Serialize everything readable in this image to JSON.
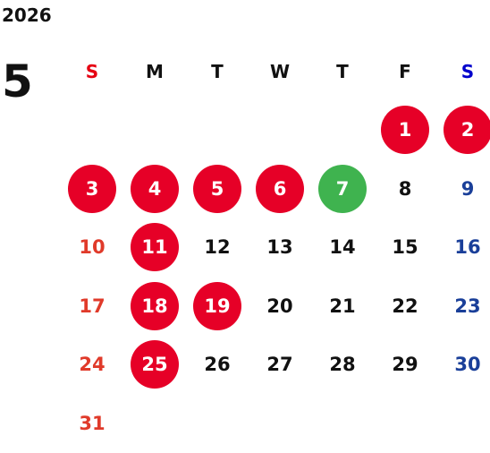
{
  "year": "2026",
  "month": "5",
  "weekdays": [
    "S",
    "M",
    "T",
    "W",
    "T",
    "F",
    "S"
  ],
  "leading_blanks": 5,
  "days": [
    {
      "label": "1",
      "kind": "hol"
    },
    {
      "label": "2",
      "kind": "hol"
    },
    {
      "label": "3",
      "kind": "hol"
    },
    {
      "label": "4",
      "kind": "hol"
    },
    {
      "label": "5",
      "kind": "hol"
    },
    {
      "label": "6",
      "kind": "hol"
    },
    {
      "label": "7",
      "kind": "today"
    },
    {
      "label": "8",
      "kind": "normal"
    },
    {
      "label": "9",
      "kind": "sat"
    },
    {
      "label": "10",
      "kind": "sun"
    },
    {
      "label": "11",
      "kind": "hol"
    },
    {
      "label": "12",
      "kind": "normal"
    },
    {
      "label": "13",
      "kind": "normal"
    },
    {
      "label": "14",
      "kind": "normal"
    },
    {
      "label": "15",
      "kind": "normal"
    },
    {
      "label": "16",
      "kind": "sat"
    },
    {
      "label": "17",
      "kind": "sun"
    },
    {
      "label": "18",
      "kind": "hol"
    },
    {
      "label": "19",
      "kind": "hol"
    },
    {
      "label": "20",
      "kind": "normal"
    },
    {
      "label": "21",
      "kind": "normal"
    },
    {
      "label": "22",
      "kind": "normal"
    },
    {
      "label": "23",
      "kind": "sat"
    },
    {
      "label": "24",
      "kind": "sun"
    },
    {
      "label": "25",
      "kind": "hol"
    },
    {
      "label": "26",
      "kind": "normal"
    },
    {
      "label": "27",
      "kind": "normal"
    },
    {
      "label": "28",
      "kind": "normal"
    },
    {
      "label": "29",
      "kind": "normal"
    },
    {
      "label": "30",
      "kind": "sat"
    },
    {
      "label": "31",
      "kind": "sun"
    }
  ],
  "colors": {
    "holiday_circle": "#e60027",
    "today_circle": "#3fb34f",
    "sunday_text": "#e03a2a",
    "saturday_text": "#1a3f99",
    "sunday_header": "#e60012",
    "saturday_header": "#0000cc"
  }
}
